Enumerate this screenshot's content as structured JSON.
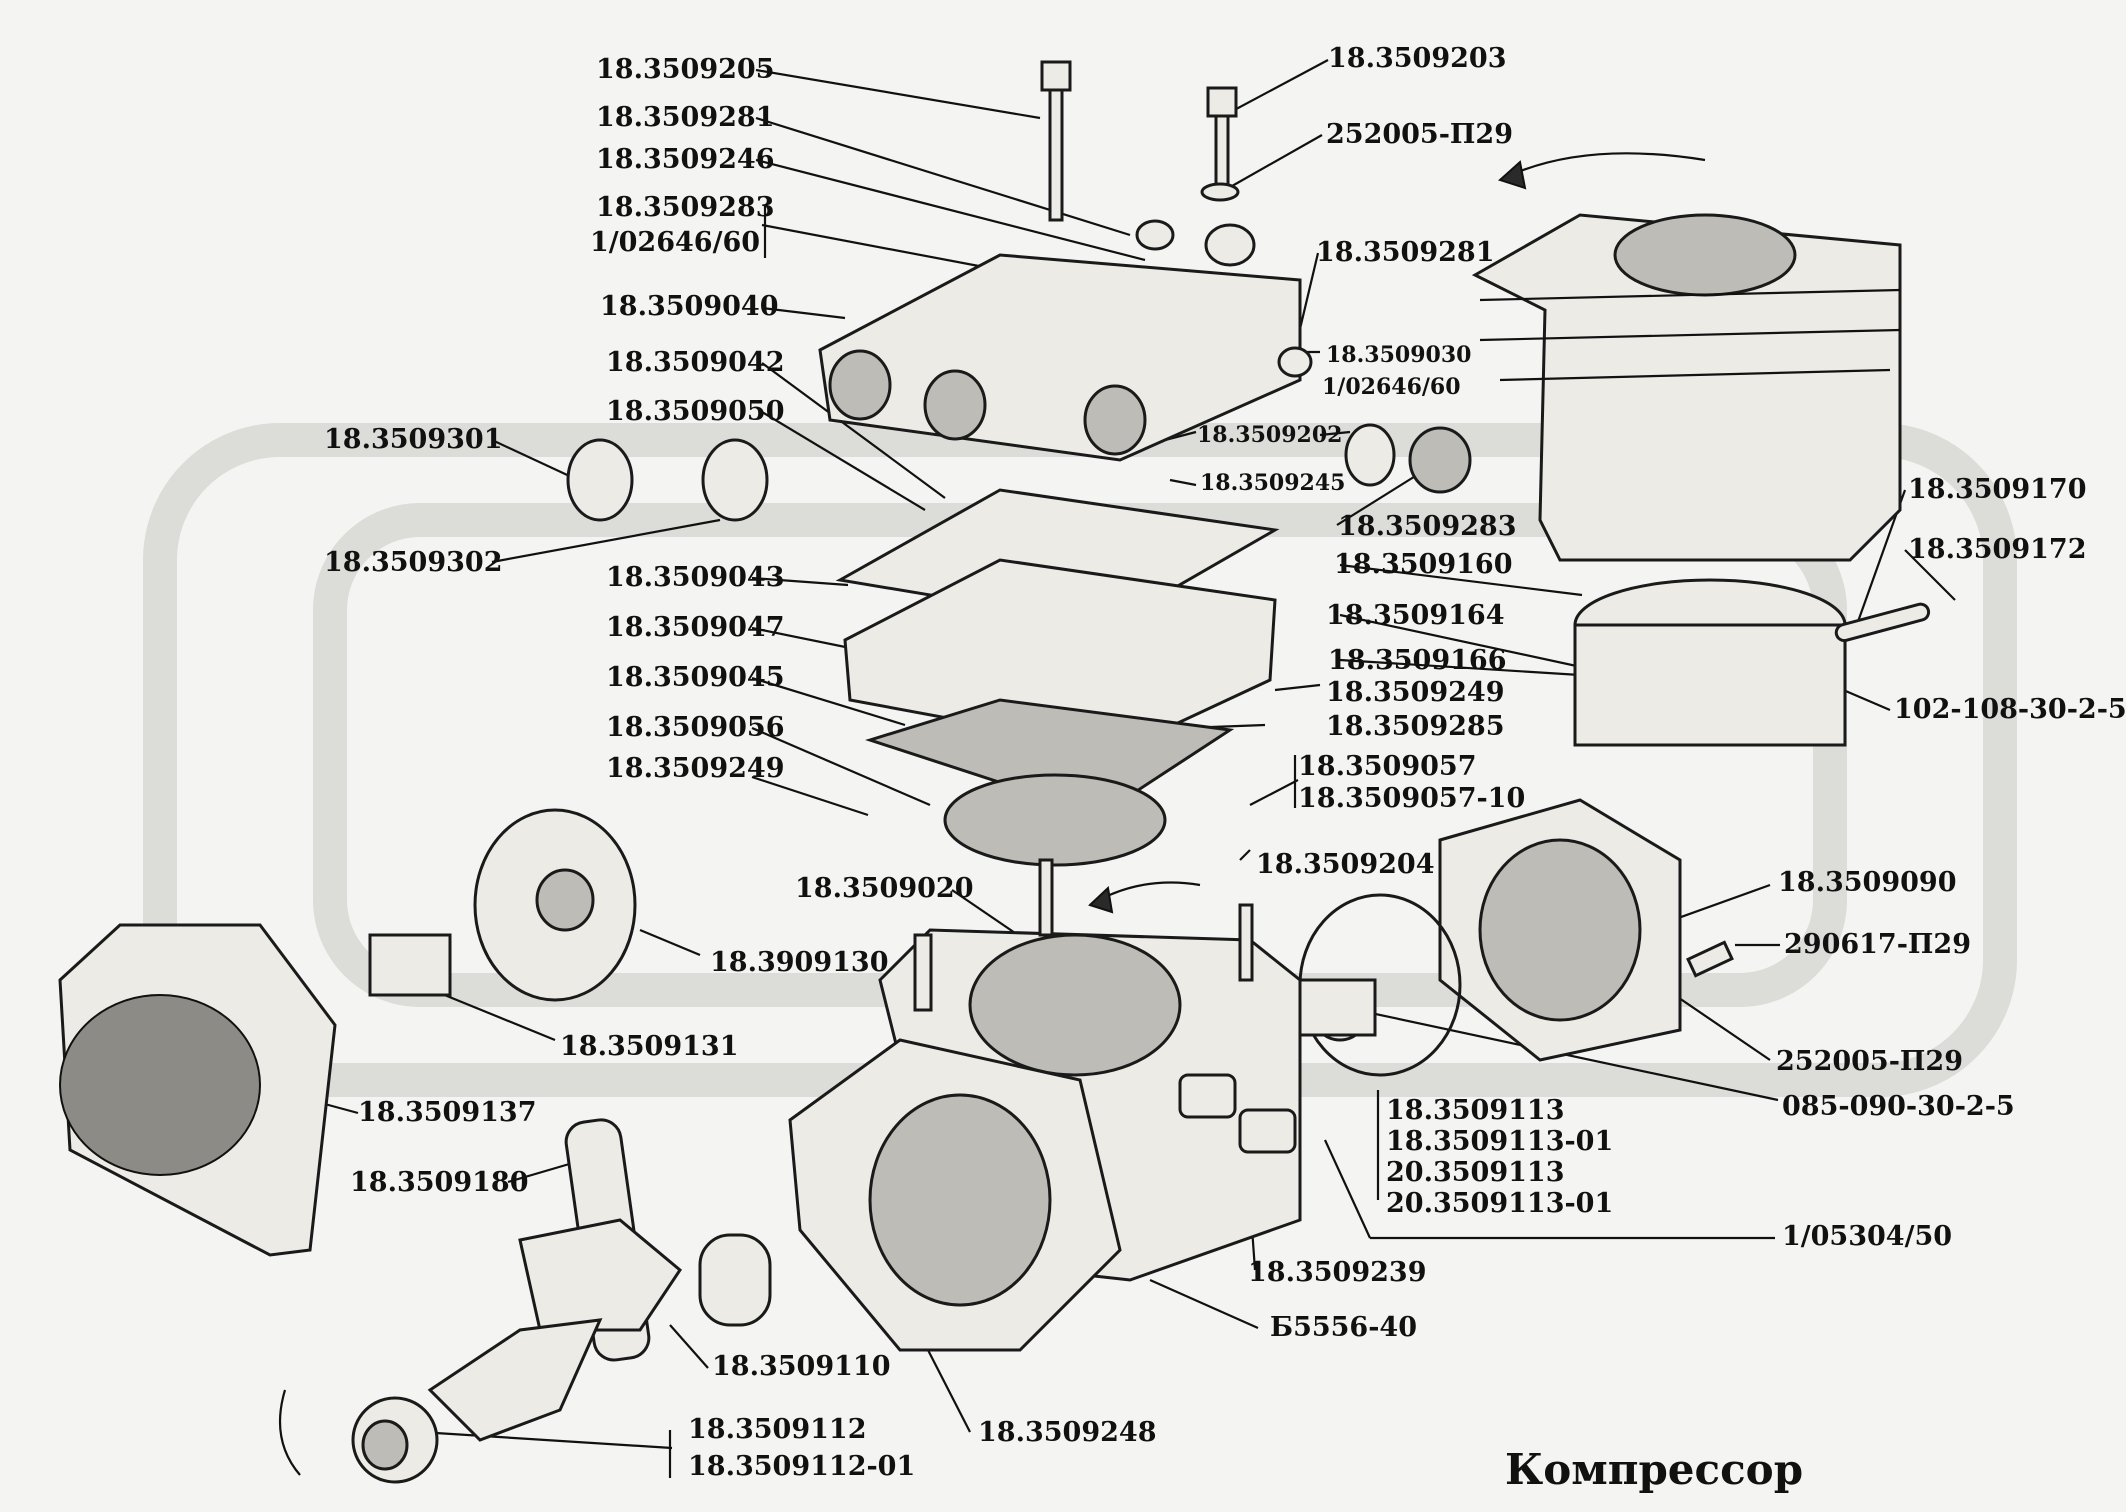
{
  "title": "Компрессор",
  "callouts": {
    "c01": "18.3509205",
    "c02": "18.3509281",
    "c03": "18.3509246",
    "c04a": "18.3509283",
    "c04b": "1/02646/60",
    "c05": "18.3509040",
    "c06": "18.3509042",
    "c07": "18.3509050",
    "c08": "18.3509301",
    "c09": "18.3509302",
    "c10": "18.3509043",
    "c11": "18.3509047",
    "c12": "18.3509045",
    "c13": "18.3509056",
    "c14": "18.3509249",
    "c15": "18.3509020",
    "c16": "18.3909130",
    "c17": "18.3509131",
    "c18": "18.3509137",
    "c19": "18.3509180",
    "c20": "18.3509110",
    "c21a": "18.3509112",
    "c21b": "18.3509112-01",
    "c22": "18.3509248",
    "c23": "18.3509203",
    "c24": "252005-П29",
    "c25": "18.3509281",
    "c26a": "18.3509030",
    "c26b": "1/02646/60",
    "c27": "18.3509202",
    "c28": "18.3509245",
    "c29": "18.3509283",
    "c30": "18.3509160",
    "c31": "18.3509164",
    "c32": "18.3509166",
    "c33": "18.3509249",
    "c34": "18.3509285",
    "c35a": "18.3509057",
    "c35b": "18.3509057-10",
    "c36": "18.3509204",
    "c37": "18.3509170",
    "c38": "18.3509172",
    "c39": "102-108-30-2-5",
    "c40": "18.3509090",
    "c41": "290617-П29",
    "c42": "252005-П29",
    "c43": "085-090-30-2-5",
    "c44a": "18.3509113",
    "c44b": "18.3509113-01",
    "c44c": "20.3509113",
    "c44d": "20.3509113-01",
    "c45": "1/05304/50",
    "c46": "18.3509239",
    "c47": "Б5556-40"
  }
}
